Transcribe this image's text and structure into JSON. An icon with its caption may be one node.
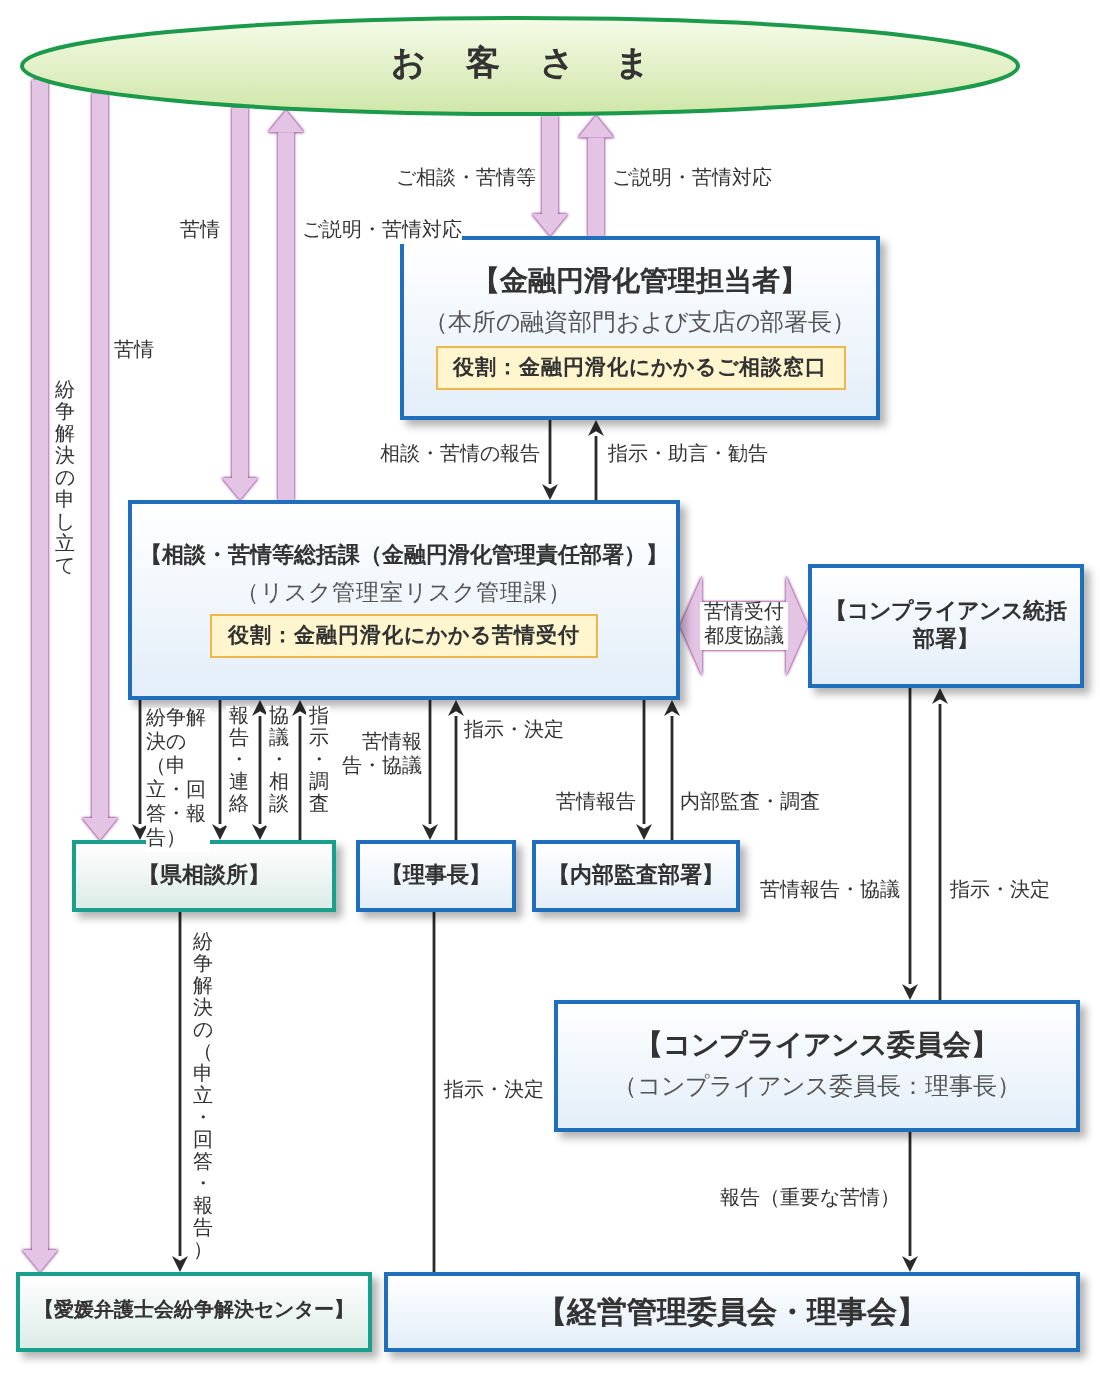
{
  "diagram": {
    "nodes": [
      {
        "text": [
          "お客さま"
        ]
      },
      {
        "text": [
          "【金融円滑化管理担当者】",
          "（本所の融資部門および支店の部署長）",
          "役割：金融円滑化にかかるご相談窓口"
        ]
      },
      {
        "text": [
          "【相談・苦情等総括課（金融円滑化管理責任部署）】",
          "（リスク管理室リスク管理課）",
          "役割：金融円滑化にかかる苦情受付"
        ]
      },
      {
        "text": [
          "【コンプライアンス統括部署】"
        ]
      },
      {
        "text": [
          "【県相談所】"
        ]
      },
      {
        "text": [
          "【理事長】"
        ]
      },
      {
        "text": [
          "【内部監査部署】"
        ]
      },
      {
        "text": [
          "【コンプライアンス委員会】",
          "（コンプライアンス委員長：理事長）"
        ]
      },
      {
        "text": [
          "【愛媛弁護士会紛争解決センター】"
        ]
      },
      {
        "text": [
          "【経営管理委員会・理事会】"
        ]
      }
    ],
    "edges": [
      {
        "from": 0,
        "to": 8,
        "arrow": "to",
        "label": "紛争解決の申し立て",
        "style": "thick",
        "color": "#e4c4e4"
      },
      {
        "from": 0,
        "to": 4,
        "arrow": "to",
        "label": "苦情",
        "style": "thick",
        "color": "#e4c4e4"
      },
      {
        "from": 0,
        "to": 2,
        "arrow": "to",
        "label": "苦情",
        "style": "thick",
        "color": "#e4c4e4"
      },
      {
        "from": 2,
        "to": 0,
        "arrow": "to",
        "label": "ご説明・苦情対応",
        "style": "thick",
        "color": "#e4c4e4"
      },
      {
        "from": 0,
        "to": 1,
        "arrow": "to",
        "label": "ご相談・苦情等",
        "style": "thick",
        "color": "#e4c4e4"
      },
      {
        "from": 1,
        "to": 0,
        "arrow": "to",
        "label": "ご説明・苦情対応",
        "style": "thick",
        "color": "#e4c4e4"
      },
      {
        "from": 1,
        "to": 2,
        "arrow": "to",
        "label": "相談・苦情の報告"
      },
      {
        "from": 2,
        "to": 1,
        "arrow": "to",
        "label": "指示・助言・勧告"
      },
      {
        "from": 2,
        "to": 3,
        "arrow": "both",
        "label": "苦情受付都度協議",
        "style": "thick",
        "color": "#e4c4e4"
      },
      {
        "from": 2,
        "to": 4,
        "arrow": "to",
        "label": "紛争解決の（申立・回答・報告）"
      },
      {
        "from": 2,
        "to": 4,
        "arrow": "to",
        "label": "報告・連絡"
      },
      {
        "from": 4,
        "to": 2,
        "arrow": "both",
        "label": "協議・相談"
      },
      {
        "from": 4,
        "to": 2,
        "arrow": "to",
        "label": "指示・調査"
      },
      {
        "from": 2,
        "to": 5,
        "arrow": "to",
        "label": "苦情報告・協議"
      },
      {
        "from": 5,
        "to": 2,
        "arrow": "to",
        "label": "指示・決定"
      },
      {
        "from": 2,
        "to": 6,
        "arrow": "to",
        "label": "苦情報告"
      },
      {
        "from": 6,
        "to": 2,
        "arrow": "to",
        "label": "内部監査・調査"
      },
      {
        "from": 3,
        "to": 7,
        "arrow": "to",
        "label": "苦情報告・協議"
      },
      {
        "from": 7,
        "to": 3,
        "arrow": "to",
        "label": "指示・決定"
      },
      {
        "from": 4,
        "to": 8,
        "arrow": "to",
        "label": "紛争解決の（申立・回答・報告）"
      },
      {
        "from": 5,
        "to": 9,
        "arrow": "none",
        "label": "指示・決定"
      },
      {
        "from": 7,
        "to": 9,
        "arrow": "to",
        "label": "報告（重要な苦情）"
      }
    ]
  }
}
